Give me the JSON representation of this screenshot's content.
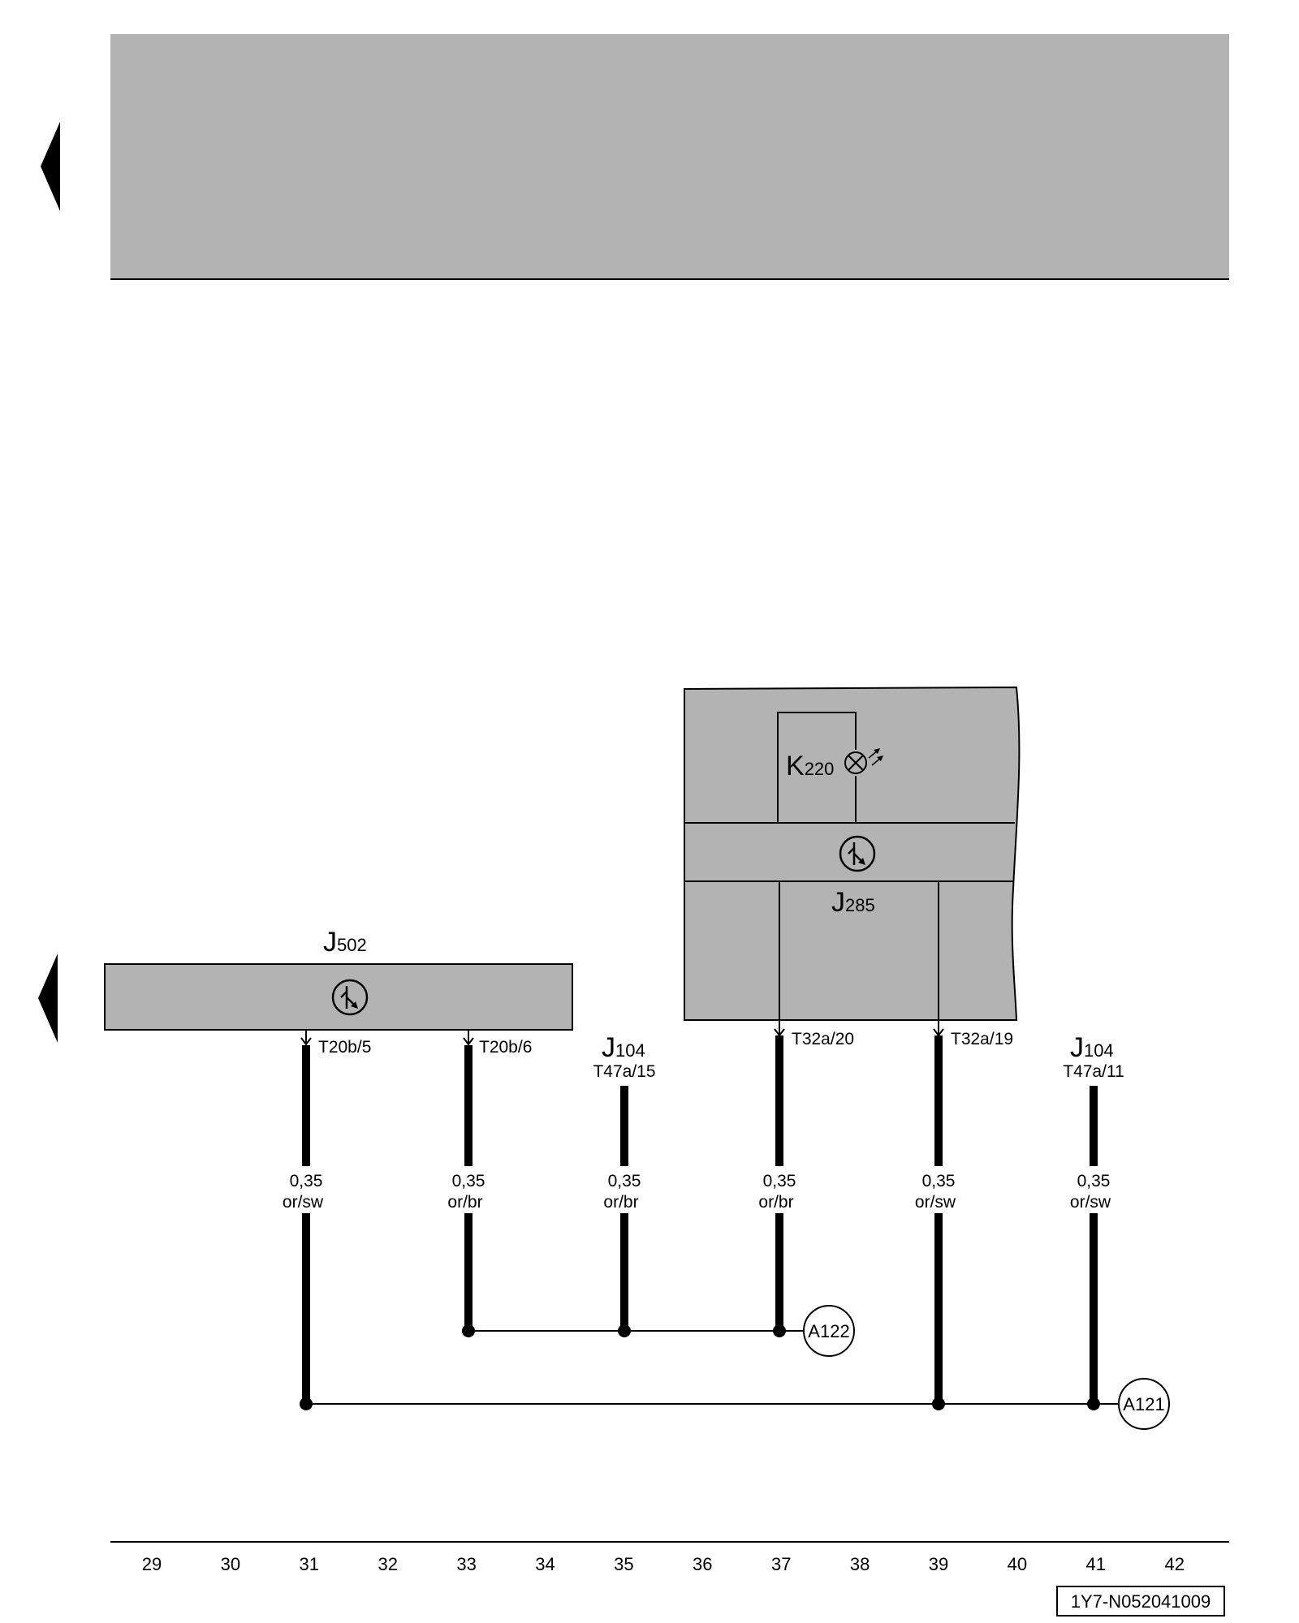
{
  "components": {
    "j502": {
      "letter": "J",
      "sub": "502"
    },
    "j285": {
      "letter": "J",
      "sub": "285"
    },
    "k220": {
      "letter": "K",
      "sub": "220"
    },
    "j104_a": {
      "letter": "J",
      "sub": "104",
      "pin": "T47a/15"
    },
    "j104_b": {
      "letter": "J",
      "sub": "104",
      "pin": "T47a/11"
    }
  },
  "connectors": {
    "t20b5": "T20b/5",
    "t20b6": "T20b/6",
    "t32a20": "T32a/20",
    "t32a19": "T32a/19"
  },
  "wires": [
    {
      "id": "w31",
      "size": "0,35",
      "color": "or/sw"
    },
    {
      "id": "w33",
      "size": "0,35",
      "color": "or/br"
    },
    {
      "id": "w35",
      "size": "0,35",
      "color": "or/br"
    },
    {
      "id": "w37",
      "size": "0,35",
      "color": "or/br"
    },
    {
      "id": "w39",
      "size": "0,35",
      "color": "or/sw"
    },
    {
      "id": "w41",
      "size": "0,35",
      "color": "or/sw"
    }
  ],
  "junctions": {
    "a122": "A122",
    "a121": "A121"
  },
  "grid_numbers": [
    "29",
    "30",
    "31",
    "32",
    "33",
    "34",
    "35",
    "36",
    "37",
    "38",
    "39",
    "40",
    "41",
    "42"
  ],
  "doc_code": "1Y7-N052041009",
  "colors": {
    "component_fill": "#b3b3b3",
    "line": "#000000"
  }
}
